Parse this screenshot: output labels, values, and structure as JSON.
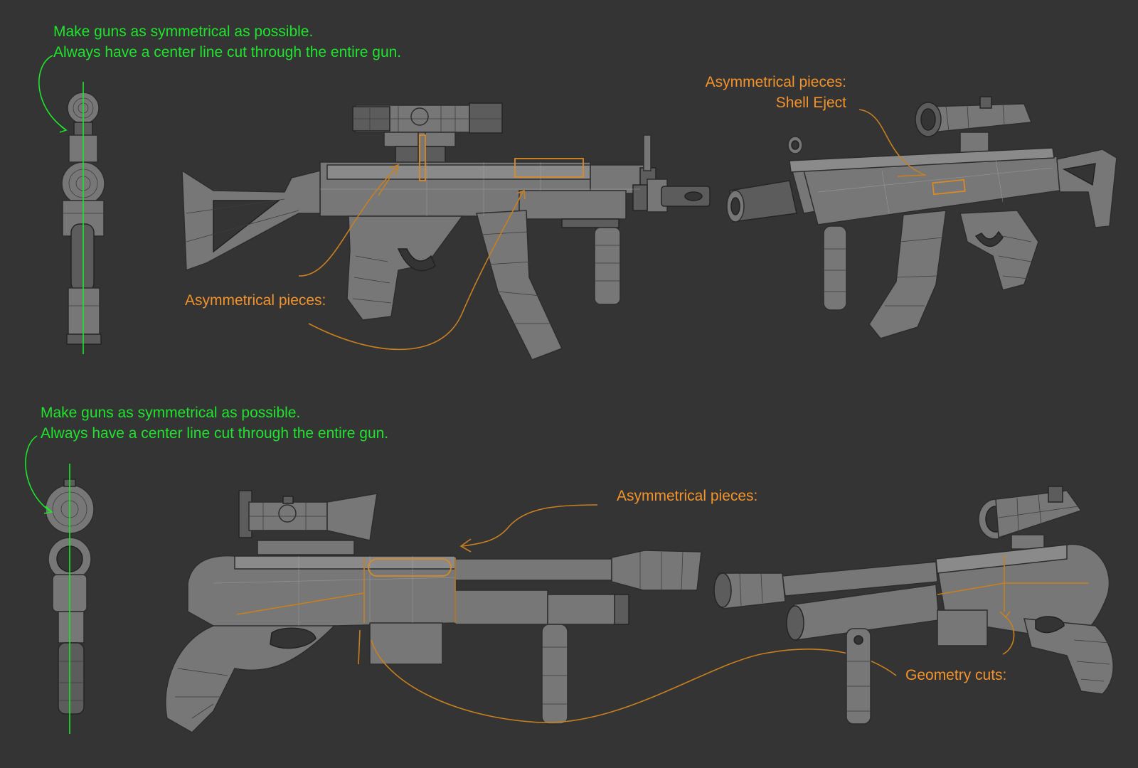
{
  "annotations": {
    "top_symmetry": {
      "line1": "Make guns as symmetrical as possible.",
      "line2": "Always have a center line cut through the entire gun."
    },
    "top_asym_left": "Asymmetrical pieces:",
    "top_asym_right": {
      "line1": "Asymmetrical pieces:",
      "line2": "Shell Eject"
    },
    "bottom_symmetry": {
      "line1": "Make guns as symmetrical as possible.",
      "line2": "Always have a center line cut through the entire gun."
    },
    "bottom_asym": "Asymmetrical pieces:",
    "geometry_cuts": "Geometry cuts:"
  },
  "colors": {
    "background": "#343434",
    "note_green": "#1fe32c",
    "note_orange": "#f2932c",
    "model_gray": "#777777"
  }
}
